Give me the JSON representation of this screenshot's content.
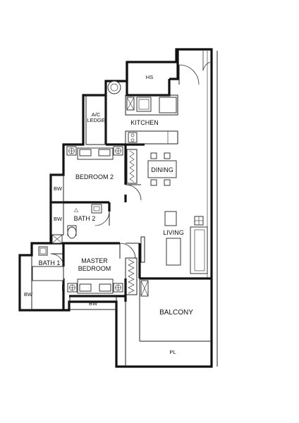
{
  "rooms": {
    "hs": "HS",
    "ac_ledge_line1": "A/C",
    "ac_ledge_line2": "LEDGE",
    "kitchen": "KITCHEN",
    "bedroom2": "BEDROOM 2",
    "dining": "DINING",
    "bath2": "BATH 2",
    "living": "LIVING",
    "bath1": "BATH 1",
    "master_line1": "MASTER",
    "master_line2": "BEDROOM",
    "balcony": "BALCONY",
    "pl": "PL",
    "bw_bedroom2": "BW",
    "bw_bath2": "BW",
    "bw_bath1": "BW",
    "bw_master": "BW"
  },
  "colors": {
    "wall": "#111111",
    "background": "#ffffff"
  }
}
